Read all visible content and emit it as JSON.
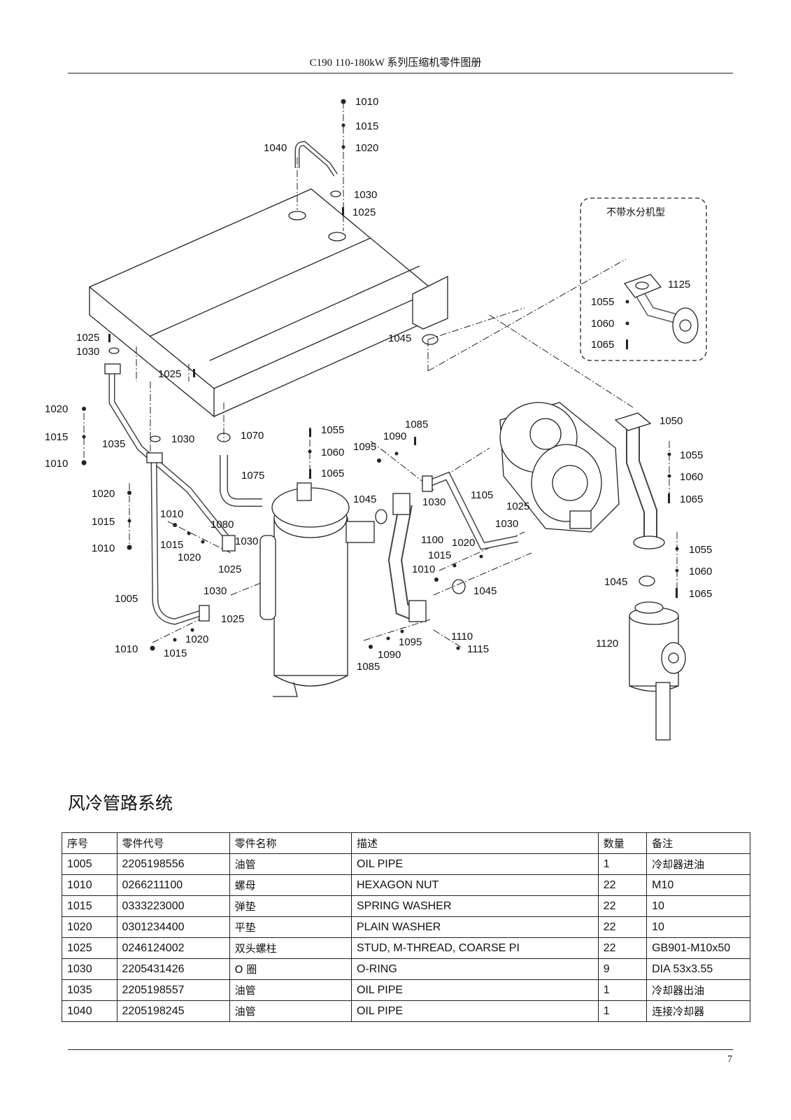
{
  "header": {
    "title": "C190 110-180kW  系列压缩机零件图册"
  },
  "page_number": "7",
  "section_title": "风冷管路系统",
  "diagram": {
    "inset_label": "不带水分机型",
    "callouts": {
      "c1010a": "1010",
      "c1015a": "1015",
      "c1020a": "1020",
      "c1040": "1040",
      "c1030a": "1030",
      "c1025a": "1025",
      "c1125": "1125",
      "c1055a": "1055",
      "c1060a": "1060",
      "c1065a": "1065",
      "c1025b": "1025",
      "c1030b": "1030",
      "c1045a": "1045",
      "c1025c": "1025",
      "c1020b": "1020",
      "c1015b": "1015",
      "c1010b": "1010",
      "c1035": "1035",
      "c1030c": "1030",
      "c1070": "1070",
      "c1055b": "1055",
      "c1060b": "1060",
      "c1065b": "1065",
      "c1075": "1075",
      "c1085a": "1085",
      "c1090a": "1090",
      "c1095a": "1095",
      "c1050": "1050",
      "c1055c": "1055",
      "c1060c": "1060",
      "c1065c": "1065",
      "c1020c": "1020",
      "c1015c": "1015",
      "c1010c": "1010",
      "c1010d": "1010",
      "c1015d": "1015",
      "c1020d": "1020",
      "c1080": "1080",
      "c1030d": "1030",
      "c1025d": "1025",
      "c1045b": "1045",
      "c1030e": "1030",
      "c1105": "1105",
      "c1025e": "1025",
      "c1030f": "1030",
      "c1100": "1100",
      "c1020e": "1020",
      "c1015e": "1015",
      "c1010e": "1010",
      "c1045c": "1045",
      "c1055d": "1055",
      "c1060d": "1060",
      "c1065d": "1065",
      "c1045d": "1045",
      "c1005": "1005",
      "c1030g": "1030",
      "c1025f": "1025",
      "c1010f": "1010",
      "c1015f": "1015",
      "c1020f": "1020",
      "c1095b": "1095",
      "c1090b": "1090",
      "c1085b": "1085",
      "c1110": "1110",
      "c1115": "1115",
      "c1120": "1120"
    }
  },
  "table": {
    "headers": [
      "序号",
      "零件代号",
      "零件名称",
      "描述",
      "数量",
      "备注"
    ],
    "rows": [
      [
        "1005",
        "2205198556",
        "油管",
        "OIL PIPE",
        "1",
        "冷却器进油"
      ],
      [
        "1010",
        "0266211100",
        "螺母",
        "HEXAGON NUT",
        "22",
        "M10"
      ],
      [
        "1015",
        "0333223000",
        "弹垫",
        "SPRING WASHER",
        "22",
        "10"
      ],
      [
        "1020",
        "0301234400",
        "平垫",
        "PLAIN WASHER",
        "22",
        "10"
      ],
      [
        "1025",
        "0246124002",
        "双头螺柱",
        "STUD, M-THREAD, COARSE PI",
        "22",
        "GB901-M10x50"
      ],
      [
        "1030",
        "2205431426",
        "O 圈",
        "O-RING",
        "9",
        "DIA 53x3.55"
      ],
      [
        "1035",
        "2205198557",
        "油管",
        "OIL PIPE",
        "1",
        "冷却器出油"
      ],
      [
        "1040",
        "2205198245",
        "油管",
        "OIL PIPE",
        "1",
        "连接冷却器"
      ]
    ]
  }
}
